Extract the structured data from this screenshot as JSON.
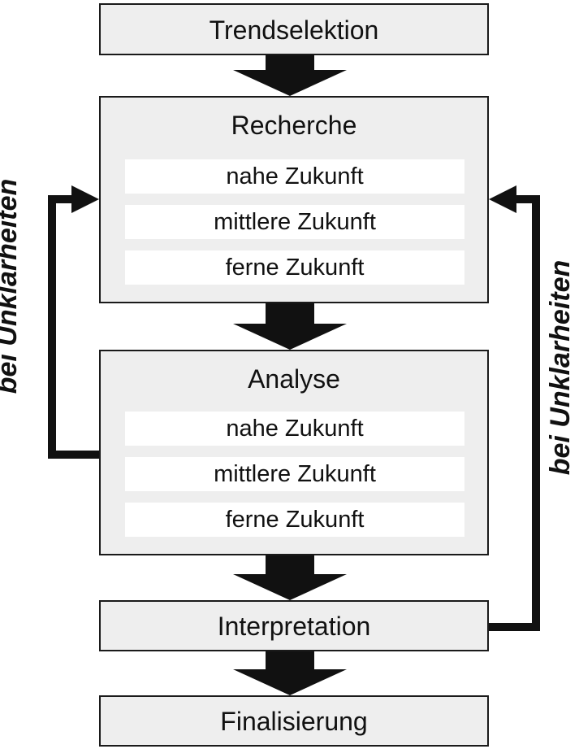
{
  "steps": {
    "trendselektion": "Trendselektion",
    "recherche": {
      "title": "Recherche",
      "items": [
        "nahe Zukunft",
        "mittlere Zukunft",
        "ferne Zukunft"
      ]
    },
    "analyse": {
      "title": "Analyse",
      "items": [
        "nahe Zukunft",
        "mittlere Zukunft",
        "ferne Zukunft"
      ]
    },
    "interpretation": "Interpretation",
    "finalisierung": "Finalisierung"
  },
  "feedback": {
    "left_label": "bei Unklarheiten",
    "right_label": "bei Unklarheiten"
  },
  "colors": {
    "box_fill": "#eeeeee",
    "sub_fill": "#ffffff",
    "arrow": "#111111"
  }
}
